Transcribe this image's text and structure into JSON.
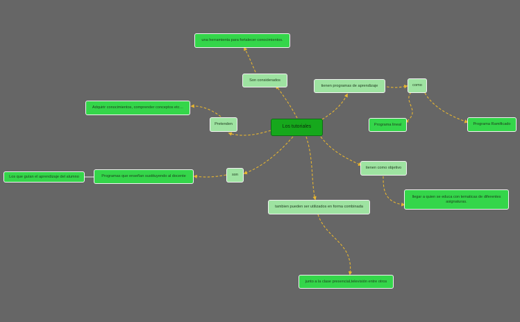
{
  "colors": {
    "background": "#666666",
    "connector": "#e8b630",
    "root_fill": "#16a81c",
    "node_fill": "#34d64a",
    "connector_node_fill": "#9ee3a1"
  },
  "map": {
    "root": "Los tutoriales",
    "son_considerados": "Son considerados",
    "herramienta": "una herramienta para fortalecer conocimientos.",
    "pretenden": "Pretenden",
    "adquirir": "Adquirir conocimientos, comprender conceptos etc…",
    "tienen_programas": "tienen programas de aprendizaje",
    "como": "como",
    "programa_lineal": "Programa lineal",
    "programa_ramificado": "Programa Ramificado",
    "son": "son",
    "programas_ensenan": "Programas que enseñan sustituyendo al docente",
    "los_que_guian": "Los que guían el aprendizaje del alumno",
    "tienen_objetivo": "tienen como objetivo",
    "llegar": "llegar a quien se educa con tematicas de diferentes asignaturas.",
    "combinada": "tambien pueden ser utilizados en forma combinada",
    "junto": "junto a la clase presencial,televisión entre otros"
  }
}
